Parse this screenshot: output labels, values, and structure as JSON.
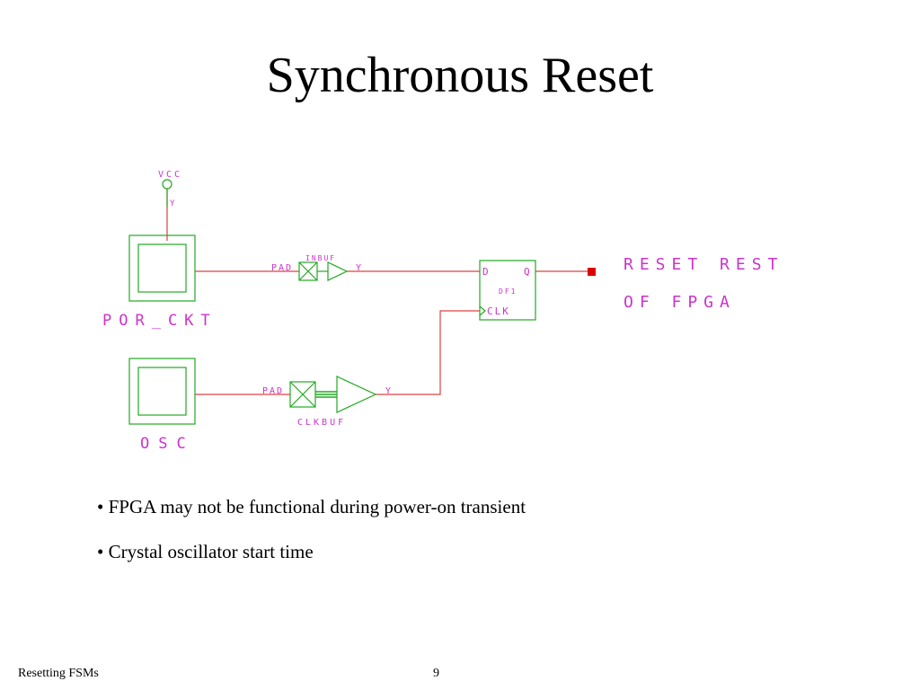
{
  "slide": {
    "title": "Synchronous Reset",
    "bullets": [
      "• FPGA may not be functional during power-on transient",
      "• Crystal oscillator start time"
    ],
    "footer_left": "Resetting FSMs",
    "page_number": "9"
  },
  "schematic": {
    "vcc_label": "VCC",
    "vcc_pin": "Y",
    "por_label": "POR_CKT",
    "osc_label": "OSC",
    "inbuf_label": "INBUF",
    "inbuf_in": "PAD",
    "inbuf_out": "Y",
    "clkbuf_label": "CLKBUF",
    "clkbuf_in": "PAD",
    "clkbuf_out": "Y",
    "dff_label": "DF1",
    "dff_d": "D",
    "dff_q": "Q",
    "dff_clk": "CLK",
    "output_line1": "RESET REST",
    "output_line2": "OF FPGA",
    "colors": {
      "wire": "#e04040",
      "component": "#22aa22",
      "label": "#cc33cc",
      "port": "#dd0000"
    }
  }
}
